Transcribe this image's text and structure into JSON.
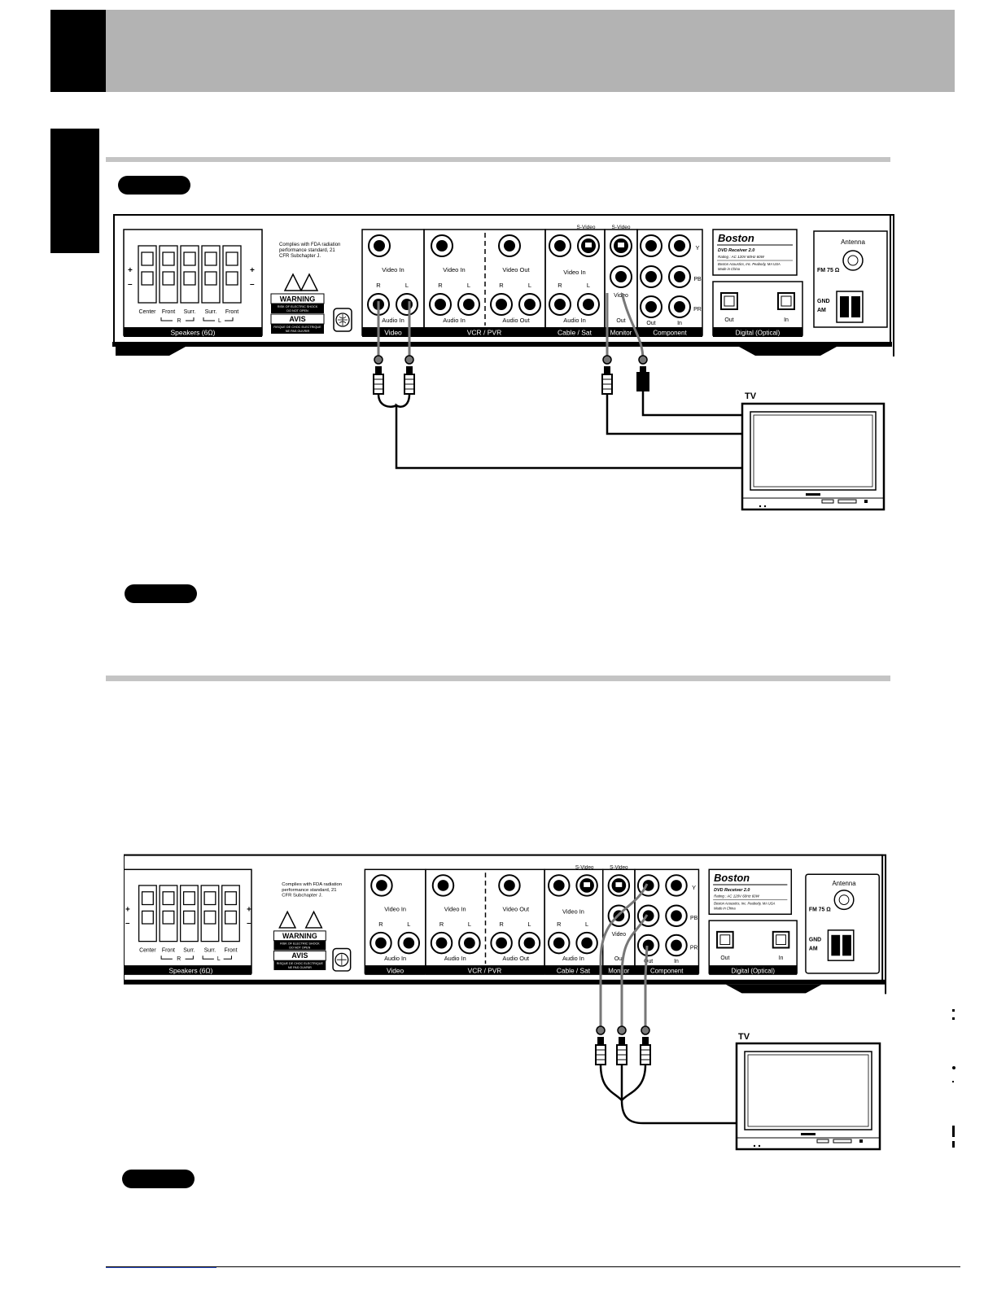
{
  "panel_text": {
    "speakers_label": "Speakers (6Ω)",
    "speaker_channels": [
      "Center",
      "Front",
      "Surr.",
      "Surr.",
      "Front"
    ],
    "right_group": "R",
    "left_group": "L",
    "plus": "+",
    "minus": "–",
    "fda_notice": [
      "Complies with FDA radiation",
      "performance standard, 21",
      "CFR Subchapter J."
    ],
    "warning_title": "WARNING",
    "warning_sub": [
      "RISK OF ELECTRIC SHOCK",
      "DO NOT OPEN"
    ],
    "avis_title": "AVIS",
    "avis_sub": [
      "RISQUE DE CHOC ELECTRIQUE",
      "NE PAS OUVRIR"
    ],
    "video_in": "Video In",
    "video_out": "Video Out",
    "audio_in": "Audio In",
    "audio_out": "Audio Out",
    "r": "R",
    "l": "L",
    "s_video": "S-Video",
    "video": "Video",
    "out": "Out",
    "in": "In",
    "y": "Y",
    "pb": "PB",
    "pr": "PR",
    "section_video": "Video",
    "section_vcr": "VCR / PVR",
    "section_cable": "Cable / Sat",
    "section_monitor": "Monitor",
    "section_component": "Component",
    "section_digital": "Digital (Optical)",
    "brand": "Boston",
    "model": "DVD Receiver 2.0",
    "rating": "Rating : AC 120V 60Hz 60W",
    "maker": "Boston Acoustics, Inc. Peabody, MA USA",
    "made_in": "Made in China",
    "antenna": "Antenna",
    "fm": "FM 75 Ω",
    "gnd": "GND",
    "am": "AM"
  },
  "diagram1": {
    "tv_label": "TV"
  },
  "diagram2": {
    "tv_label": "TV"
  }
}
